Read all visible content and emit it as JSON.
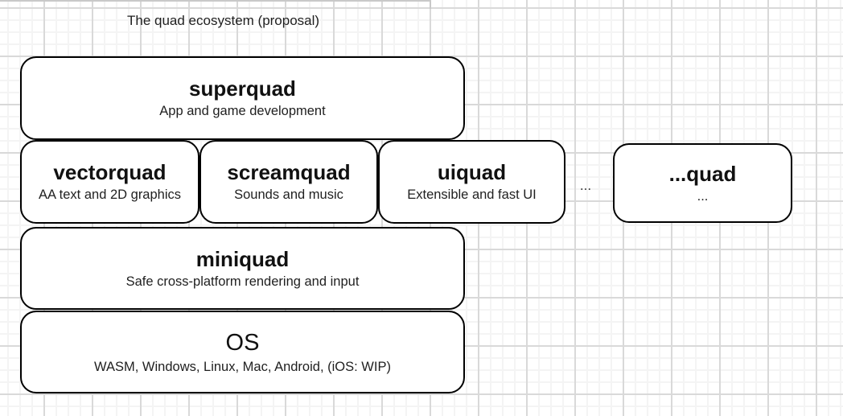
{
  "page_title": "The quad ecosystem (proposal)",
  "separator_ellipsis": "...",
  "boxes": {
    "superquad": {
      "title": "superquad",
      "subtitle": "App and game development"
    },
    "vectorquad": {
      "title": "vectorquad",
      "subtitle": "AA text and 2D graphics"
    },
    "screamquad": {
      "title": "screamquad",
      "subtitle": "Sounds and music"
    },
    "uiquad": {
      "title": "uiquad",
      "subtitle": "Extensible and fast UI"
    },
    "etcquad": {
      "title": "...quad",
      "subtitle": "..."
    },
    "miniquad": {
      "title": "miniquad",
      "subtitle": "Safe cross-platform rendering and input"
    },
    "os": {
      "title": "OS",
      "subtitle": "WASM, Windows, Linux, Mac, Android, (iOS: WIP)"
    }
  },
  "colors": {
    "canvas_background": "#ffffff",
    "grid_fine": "#f4f4f4",
    "grid_heavy": "#d9d9d9",
    "box_border": "#000000",
    "box_fill": "#ffffff",
    "title_text": "#111111",
    "subtitle_text": "#1f1f1f"
  }
}
